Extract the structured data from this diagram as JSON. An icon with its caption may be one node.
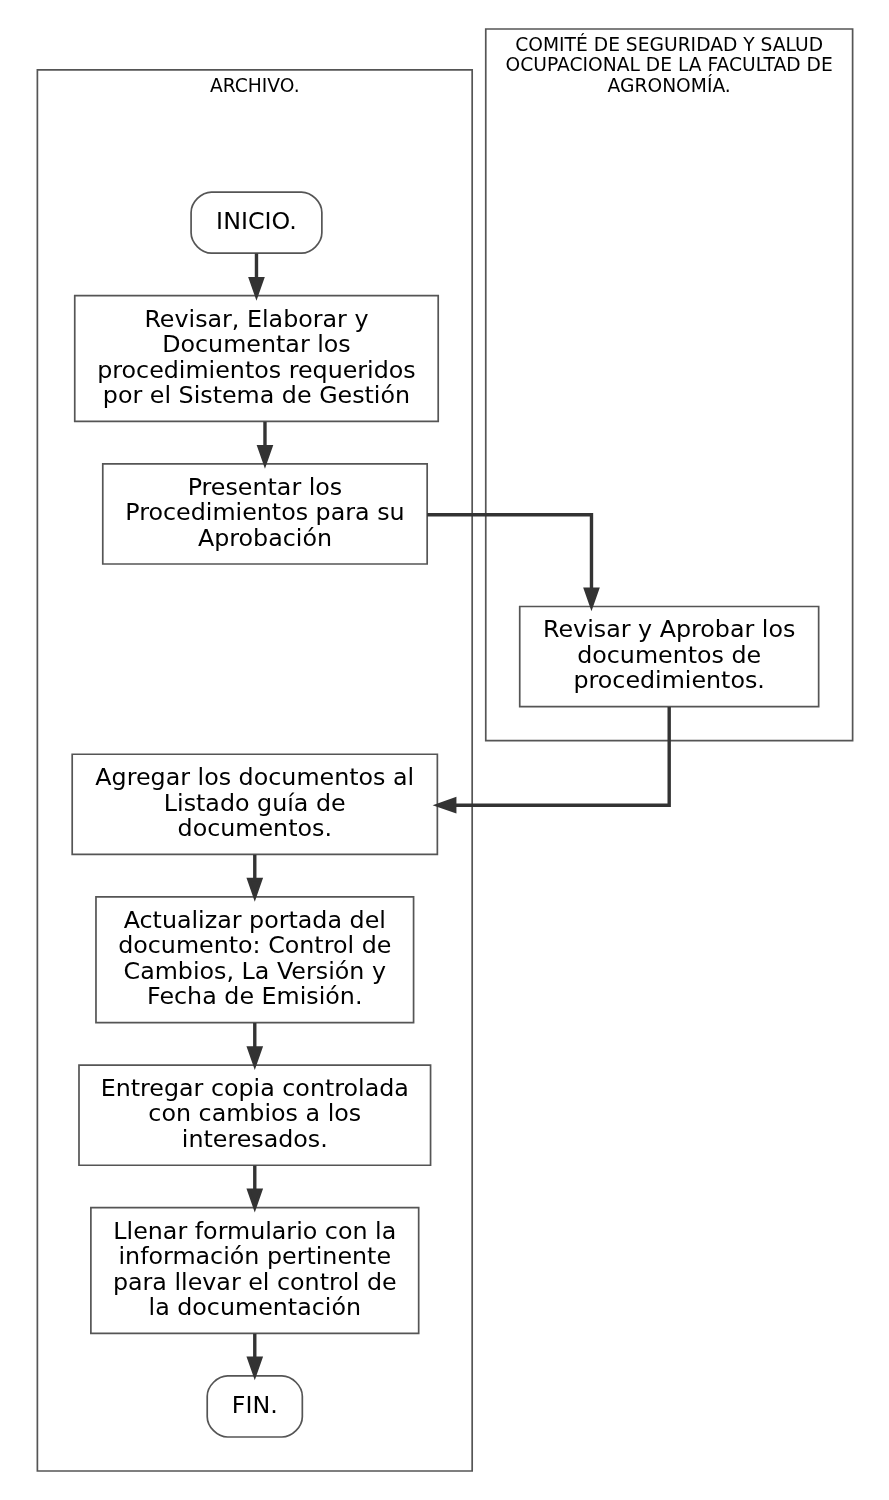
{
  "diagram": {
    "nodes": [
      {
        "text": [
          "ARCHIVO."
        ]
      },
      {
        "text": [
          "COMITÉ DE SEGURIDAD Y SALUD OCUPACIONAL DE LA FACULTAD DE AGRONOMÍA."
        ]
      },
      {
        "text": [
          "INICIO."
        ],
        "in": 0
      },
      {
        "text": [
          "Revisar, Elaborar y Documentar los procedimientos requeridos por el Sistema de Gestión"
        ],
        "in": 0
      },
      {
        "text": [
          "Presentar los Procedimientos para su Aprobación"
        ],
        "in": 0
      },
      {
        "text": [
          "Revisar y Aprobar los documentos de procedimientos."
        ],
        "in": 1
      },
      {
        "text": [
          "Agregar los documentos al Listado guía de documentos."
        ],
        "in": 0
      },
      {
        "text": [
          "Actualizar portada del documento: Control de Cambios, La Versión y Fecha de Emisión."
        ],
        "in": 0
      },
      {
        "text": [
          "Entregar copia controlada con cambios a los interesados."
        ],
        "in": 0
      },
      {
        "text": [
          "Llenar formulario con la información pertinente para llevar el control de la documentación"
        ],
        "in": 0
      },
      {
        "text": [
          "FIN."
        ],
        "in": 0
      }
    ],
    "edges": [
      {
        "from": 2,
        "to": 3,
        "arrow": "to"
      },
      {
        "from": 3,
        "to": 4,
        "arrow": "to"
      },
      {
        "from": 4,
        "to": 5,
        "arrow": "to"
      },
      {
        "from": 5,
        "to": 6,
        "arrow": "to"
      },
      {
        "from": 6,
        "to": 7,
        "arrow": "to"
      },
      {
        "from": 7,
        "to": 8,
        "arrow": "to"
      },
      {
        "from": 8,
        "to": 9,
        "arrow": "to"
      },
      {
        "from": 9,
        "to": 10,
        "arrow": "to"
      }
    ]
  }
}
